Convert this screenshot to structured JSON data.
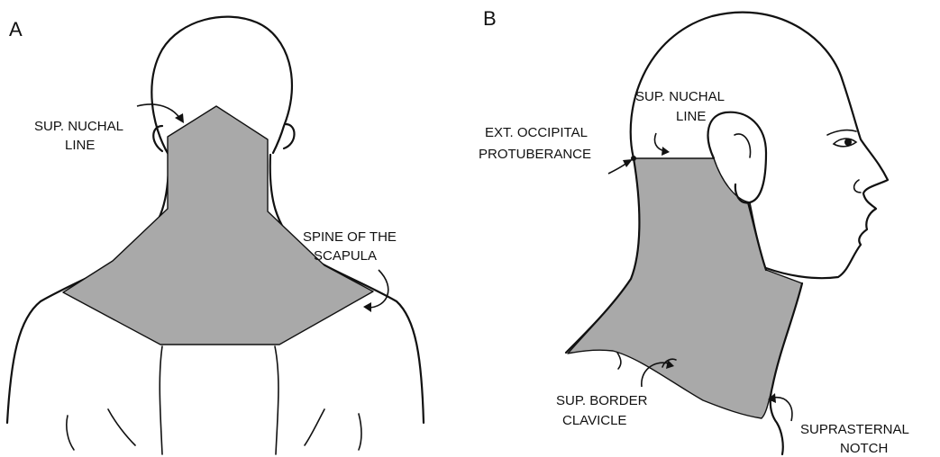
{
  "panel_a": {
    "letter": "A",
    "labels": {
      "sup_nuchal_line": [
        "SUP. NUCHAL",
        "LINE"
      ],
      "spine_of_scapula": [
        "SPINE OF THE",
        "SCAPULA"
      ]
    }
  },
  "panel_b": {
    "letter": "B",
    "labels": {
      "sup_nuchal_line": [
        "SUP. NUCHAL",
        "LINE"
      ],
      "ext_occipital_protuberance": [
        "EXT. OCCIPITAL",
        "PROTUBERANCE"
      ],
      "sup_border_clavicle": [
        "SUP. BORDER",
        "CLAVICLE"
      ],
      "suprasternal_notch": [
        "SUPRASTERNAL",
        "NOTCH"
      ]
    }
  },
  "colors": {
    "region_fill": "#a9a9a9",
    "line": "#111111",
    "background": "#ffffff"
  }
}
